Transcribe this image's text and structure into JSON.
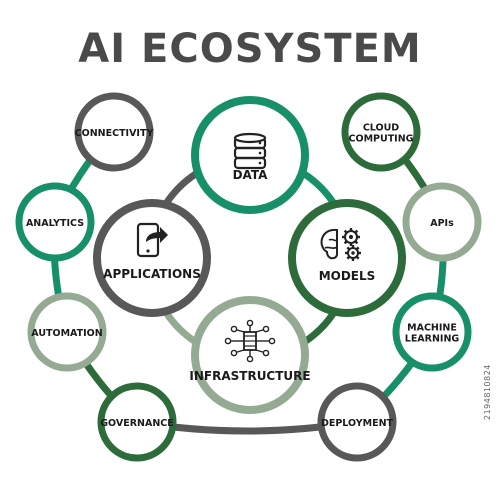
{
  "title": "AI ECOSYSTEM",
  "side_id": "2194810824",
  "colors": {
    "dark_green": "#2e6b3a",
    "teal": "#17906a",
    "sage": "#94aa92",
    "gray": "#585858",
    "title": "#4a4a4a"
  },
  "inner_nodes": [
    {
      "id": "data",
      "label": "DATA",
      "icon": "database-icon",
      "color": "teal"
    },
    {
      "id": "models",
      "label": "MODELS",
      "icon": "brain-gears-icon",
      "color": "dark_green"
    },
    {
      "id": "infrastructure",
      "label": "INFRASTRUCTURE",
      "icon": "circuit-chip-icon",
      "color": "sage"
    },
    {
      "id": "applications",
      "label": "APPLICATIONS",
      "icon": "mobile-share-icon",
      "color": "gray"
    }
  ],
  "outer_nodes": [
    {
      "id": "connectivity",
      "label": "CONNECTIVITY",
      "color": "gray"
    },
    {
      "id": "analytics",
      "label": "ANALYTICS",
      "color": "teal"
    },
    {
      "id": "automation",
      "label": "AUTOMATION",
      "color": "sage"
    },
    {
      "id": "governance",
      "label": "GOVERNANCE",
      "color": "dark_green"
    },
    {
      "id": "deployment",
      "label": "DEPLOYMENT",
      "color": "gray"
    },
    {
      "id": "machine_learning",
      "label": "MACHINE LEARNING",
      "color": "teal"
    },
    {
      "id": "apis",
      "label": "APIs",
      "color": "sage"
    },
    {
      "id": "cloud_computing",
      "label": "CLOUD COMPUTING",
      "color": "dark_green"
    }
  ]
}
